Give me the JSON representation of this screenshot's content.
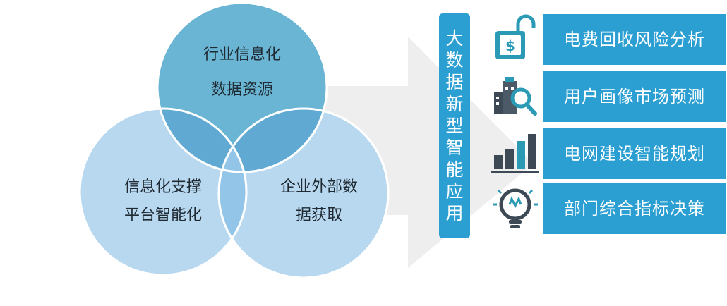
{
  "venn": {
    "top": {
      "line1": "行业信息化",
      "line2": "数据资源"
    },
    "left": {
      "line1": "信息化支撑",
      "line2": "平台智能化"
    },
    "right": {
      "line1": "企业外部数",
      "line2": "据获取"
    }
  },
  "banner": {
    "chars": [
      "大",
      "数",
      "据",
      "新",
      "型",
      "智",
      "能",
      "应",
      "用"
    ]
  },
  "applications": [
    {
      "label": "电费回收风险分析",
      "icon": "dollar-lock-icon"
    },
    {
      "label": "用户画像市场预测",
      "icon": "building-magnifier-icon"
    },
    {
      "label": "电网建设智能规划",
      "icon": "bar-chart-icon"
    },
    {
      "label": "部门综合指标决策",
      "icon": "lightbulb-icon"
    }
  ],
  "colors": {
    "accent": "#2c9fd2",
    "icon_teal": "#2a9ab5",
    "icon_dark": "#3d4a55",
    "circle_top": "#6ab5d3",
    "circle_left": "#b8d8f0",
    "circle_right": "#b8d8f0",
    "overlap": "#93c5e9",
    "arrow": "#eeeeee"
  }
}
